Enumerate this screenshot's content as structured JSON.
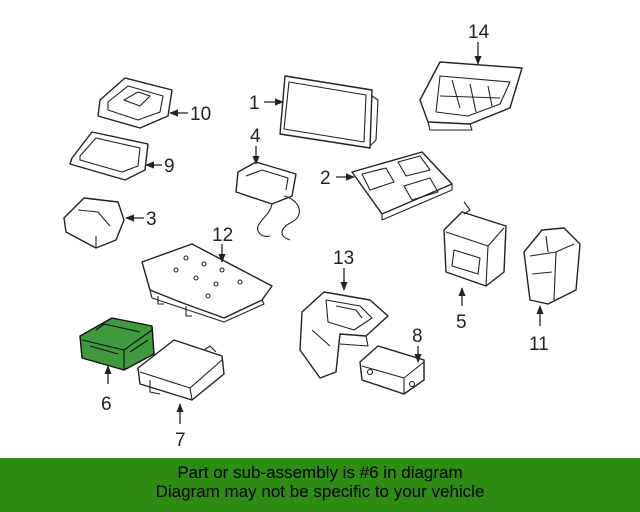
{
  "callouts": {
    "c1": "1",
    "c2": "2",
    "c3": "3",
    "c4": "4",
    "c5": "5",
    "c6": "6",
    "c7": "7",
    "c8": "8",
    "c9": "9",
    "c10": "10",
    "c11": "11",
    "c12": "12",
    "c13": "13",
    "c14": "14"
  },
  "highlight": {
    "part": "6",
    "color": "#3f9a3f"
  },
  "banner": {
    "line1": "Part or sub-assembly is #6 in diagram",
    "line2": "Diagram may not be specific to your vehicle",
    "background": "#2e8b14"
  }
}
